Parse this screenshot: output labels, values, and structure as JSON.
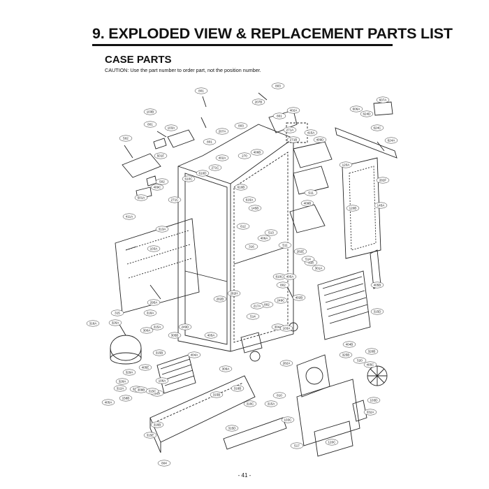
{
  "header": {
    "title": "9. EXPLODED VIEW & REPLACEMENT PARTS LIST",
    "subtitle": "CASE PARTS",
    "caution": "CAUTION: Use the part number to order part, not the position number."
  },
  "footer": {
    "page": "- 41 -"
  },
  "callouts": [
    "801",
    "803",
    "103B",
    "207B",
    "402A",
    "801",
    "607A",
    "606A",
    "624D",
    "103A",
    "801",
    "801",
    "207A",
    "803",
    "271A",
    "415A",
    "624C",
    "502",
    "271B",
    "409D",
    "624A",
    "501F",
    "610D",
    "402A",
    "406B",
    "271C",
    "502",
    "409C",
    "120A",
    "610C",
    "270",
    "610B",
    "282F",
    "501A",
    "271C",
    "616A",
    "S11",
    "409B",
    "120B",
    "145A",
    "411A",
    "313A",
    "145B",
    "612",
    "513",
    "406A",
    "103A",
    "316",
    "511",
    "282E",
    "318",
    "514",
    "301A",
    "405B",
    "810C",
    "802",
    "405A",
    "282H",
    "282B",
    "402B",
    "802",
    "249C",
    "315D",
    "316A",
    "326A",
    "315",
    "295A",
    "318A",
    "217A",
    "514",
    "249D",
    "405A",
    "315A",
    "300A",
    "305B",
    "304A",
    "103A",
    "404B",
    "404A",
    "315B",
    "325B",
    "520",
    "320B",
    "405C",
    "405E",
    "329A",
    "312A",
    "328A",
    "309A",
    "106A",
    "282A",
    "158B",
    "327A",
    "309B",
    "519",
    "405A",
    "315C",
    "316B",
    "315B",
    "316C",
    "315A",
    "810",
    "103D",
    "316B",
    "315E",
    "103C",
    "332A",
    "315D",
    "120C",
    "517",
    "804"
  ]
}
